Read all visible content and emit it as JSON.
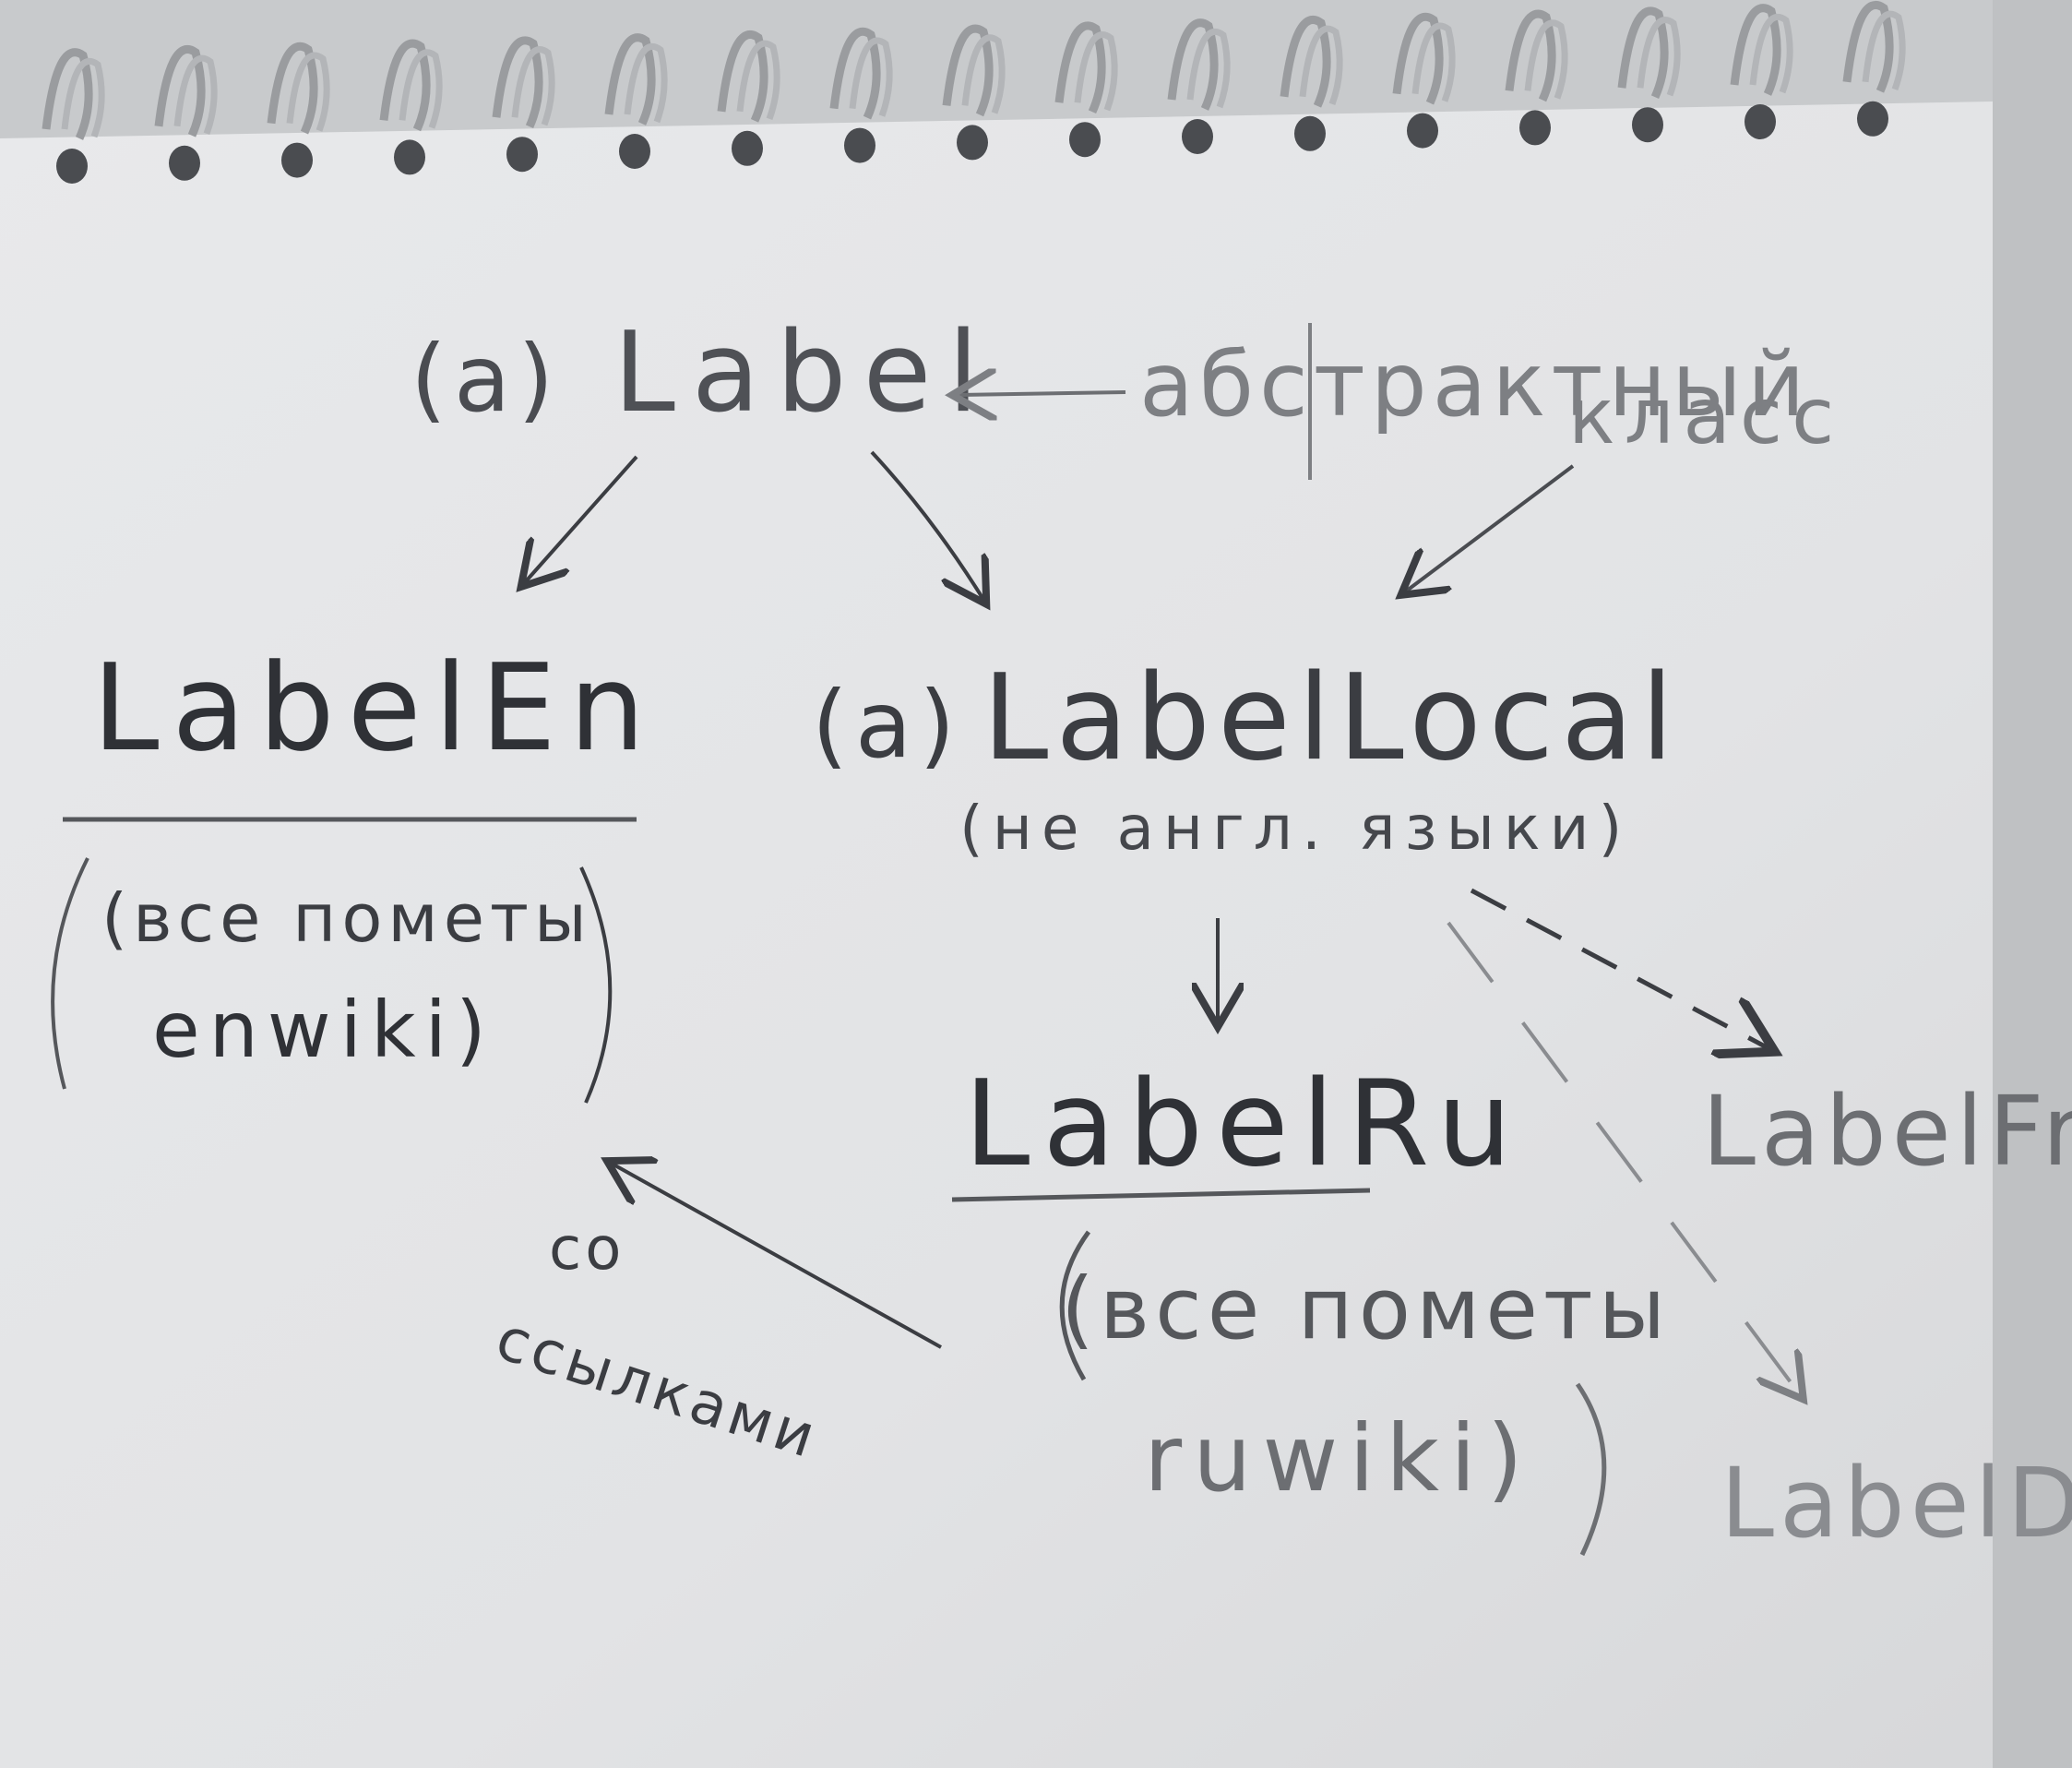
{
  "nodes": {
    "label": {
      "prefix": "(a)",
      "name": "Label"
    },
    "label_local": {
      "prefix": "(a)",
      "name": "LabelLocal",
      "note": "(не англ. языки)"
    },
    "label_en": {
      "name": "LabelEn",
      "note_line1": "(все пометы",
      "note_line2": "enwiki)"
    },
    "label_ru": {
      "name": "LabelRu",
      "note_line1": "(все пометы",
      "note_line2": "ruwiki)"
    },
    "label_fr": {
      "name": "LabelFr"
    },
    "label_de": {
      "name": "LabelDe"
    }
  },
  "annotations": {
    "abstract_line1": "абстрактный",
    "abstract_line2": "класс",
    "refs_line1": "со",
    "refs_line2": "ссылками"
  },
  "colors": {
    "paper": "#e4e5e7",
    "ink_dark": "#3b3d42",
    "ink_mid": "#5a5c61",
    "ink_light": "#8a8c90",
    "coil": "#9a9c9f",
    "hole": "#4a4c50"
  }
}
